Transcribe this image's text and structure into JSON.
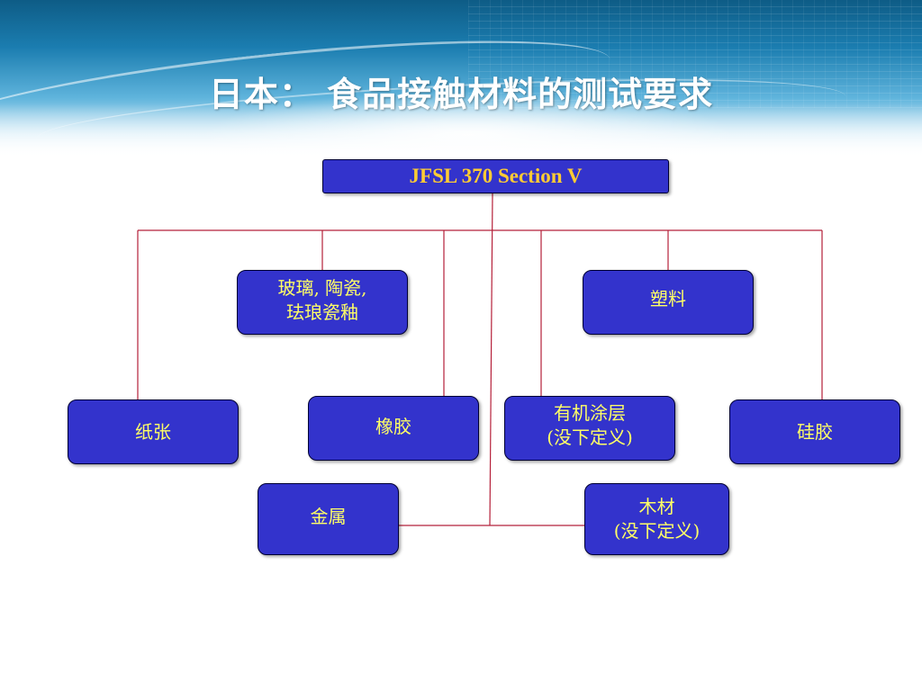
{
  "slide": {
    "title": "日本：  食品接触材料的测试要求"
  },
  "diagram": {
    "root": {
      "label": "JFSL 370 Section V"
    },
    "nodes": {
      "glass": {
        "line1": "玻璃, 陶瓷,",
        "line2": "珐琅瓷釉"
      },
      "plastic": {
        "label": "塑料"
      },
      "paper": {
        "label": "纸张"
      },
      "rubber": {
        "label": "橡胶"
      },
      "coating": {
        "line1": "有机涂层",
        "line2": "(没下定义)"
      },
      "silicone": {
        "label": "硅胶"
      },
      "metal": {
        "label": "金属"
      },
      "wood": {
        "line1": "木材",
        "line2": "(没下定义)"
      }
    },
    "colors": {
      "box_fill": "#3333cc",
      "box_text": "#ffff66",
      "root_text": "#ffcc33",
      "connector": "#b5203a"
    }
  }
}
